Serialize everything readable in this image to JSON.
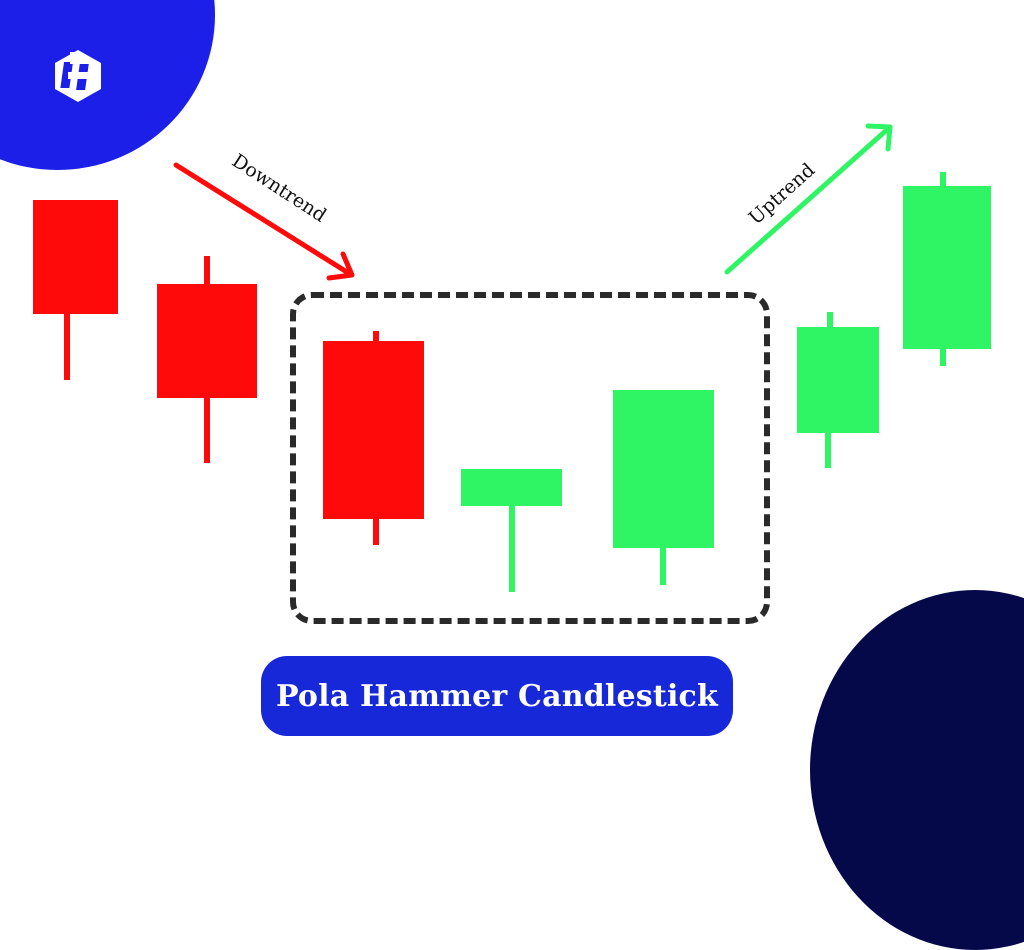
{
  "logo": {
    "icon": "hexagon-h-logo",
    "letter": "H"
  },
  "labels": {
    "downtrend": "Downtrend",
    "uptrend": "Uptrend",
    "title": "Pola Hammer Candlestick"
  },
  "colors": {
    "bearish": "#ff0a0a",
    "bullish": "#2ff565",
    "brand_blue": "#1c1fe8",
    "title_pill": "#1628d8",
    "navy": "#05094a",
    "dashed_box": "#2a2a2a"
  },
  "candles": [
    {
      "id": "c1",
      "type": "bearish",
      "body": [
        33,
        200,
        85,
        114
      ],
      "wick_top": null,
      "wick_bottom": [
        66,
        314,
        380
      ]
    },
    {
      "id": "c2",
      "type": "bearish",
      "body": [
        157,
        284,
        100,
        114
      ],
      "wick_top": [
        205,
        256,
        284
      ],
      "wick_bottom": [
        205,
        398,
        463
      ]
    },
    {
      "id": "c3",
      "type": "bearish",
      "body": [
        323,
        341,
        101,
        178
      ],
      "wick_top": [
        374,
        331,
        341
      ],
      "wick_bottom": [
        374,
        519,
        545
      ]
    },
    {
      "id": "c4",
      "type": "hammer-bullish",
      "body": [
        461,
        469,
        101,
        37
      ],
      "wick_top": null,
      "wick_bottom": [
        509,
        506,
        592
      ]
    },
    {
      "id": "c5",
      "type": "bullish",
      "body": [
        613,
        390,
        101,
        158
      ],
      "wick_top": null,
      "wick_bottom": [
        661,
        548,
        585
      ]
    },
    {
      "id": "c6",
      "type": "bullish",
      "body": [
        797,
        327,
        82,
        106
      ],
      "wick_top": [
        827,
        312,
        327
      ],
      "wick_bottom": [
        827,
        433,
        468
      ]
    },
    {
      "id": "c7",
      "type": "bullish",
      "body": [
        903,
        186,
        88,
        163
      ],
      "wick_top": [
        941,
        172,
        186
      ],
      "wick_bottom": [
        941,
        349,
        366
      ]
    }
  ]
}
